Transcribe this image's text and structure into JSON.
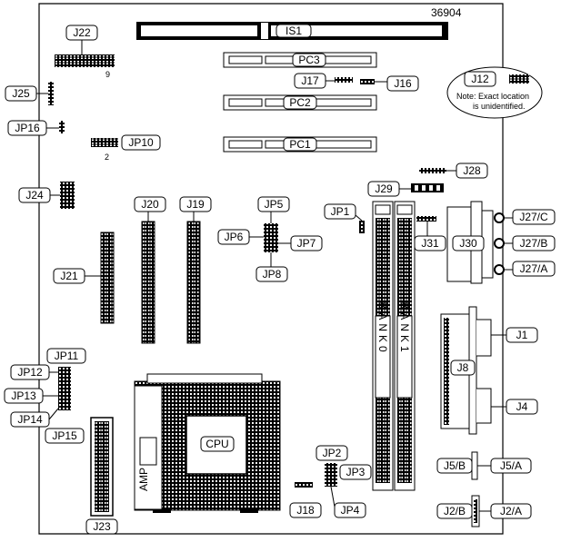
{
  "board_id": "36904",
  "note": {
    "line1": "Note: Exact location",
    "line2": "is unidentified."
  },
  "pin_marks": {
    "j22": "9",
    "jp10": "2"
  },
  "labels": {
    "is1": "IS1",
    "pc1": "PC1",
    "pc2": "PC2",
    "pc3": "PC3",
    "j22": "J22",
    "j25": "J25",
    "jp16": "JP16",
    "jp10": "JP10",
    "j17": "J17",
    "j16": "J16",
    "j12": "J12",
    "j28": "J28",
    "j29": "J29",
    "j24": "J24",
    "j20": "J20",
    "j19": "J19",
    "jp5": "JP5",
    "jp6": "JP6",
    "jp7": "JP7",
    "jp8": "JP8",
    "jp1": "JP1",
    "j31": "J31",
    "j30": "J30",
    "j27c": "J27/C",
    "j27b": "J27/B",
    "j27a": "J27/A",
    "j21": "J21",
    "j1": "J1",
    "j8": "J8",
    "j4": "J4",
    "jp11": "JP11",
    "jp12": "JP12",
    "jp13": "JP13",
    "jp14": "JP14",
    "jp15": "JP15",
    "cpu": "CPU",
    "amp": "AMP",
    "jp2": "JP2",
    "jp3": "JP3",
    "jp4": "JP4",
    "j18": "J18",
    "j23": "J23",
    "j5b": "J5/B",
    "j5a": "J5/A",
    "j2b": "J2/B",
    "j2a": "J2/A",
    "bank0": "BANK0",
    "bank1": "BANK1"
  }
}
